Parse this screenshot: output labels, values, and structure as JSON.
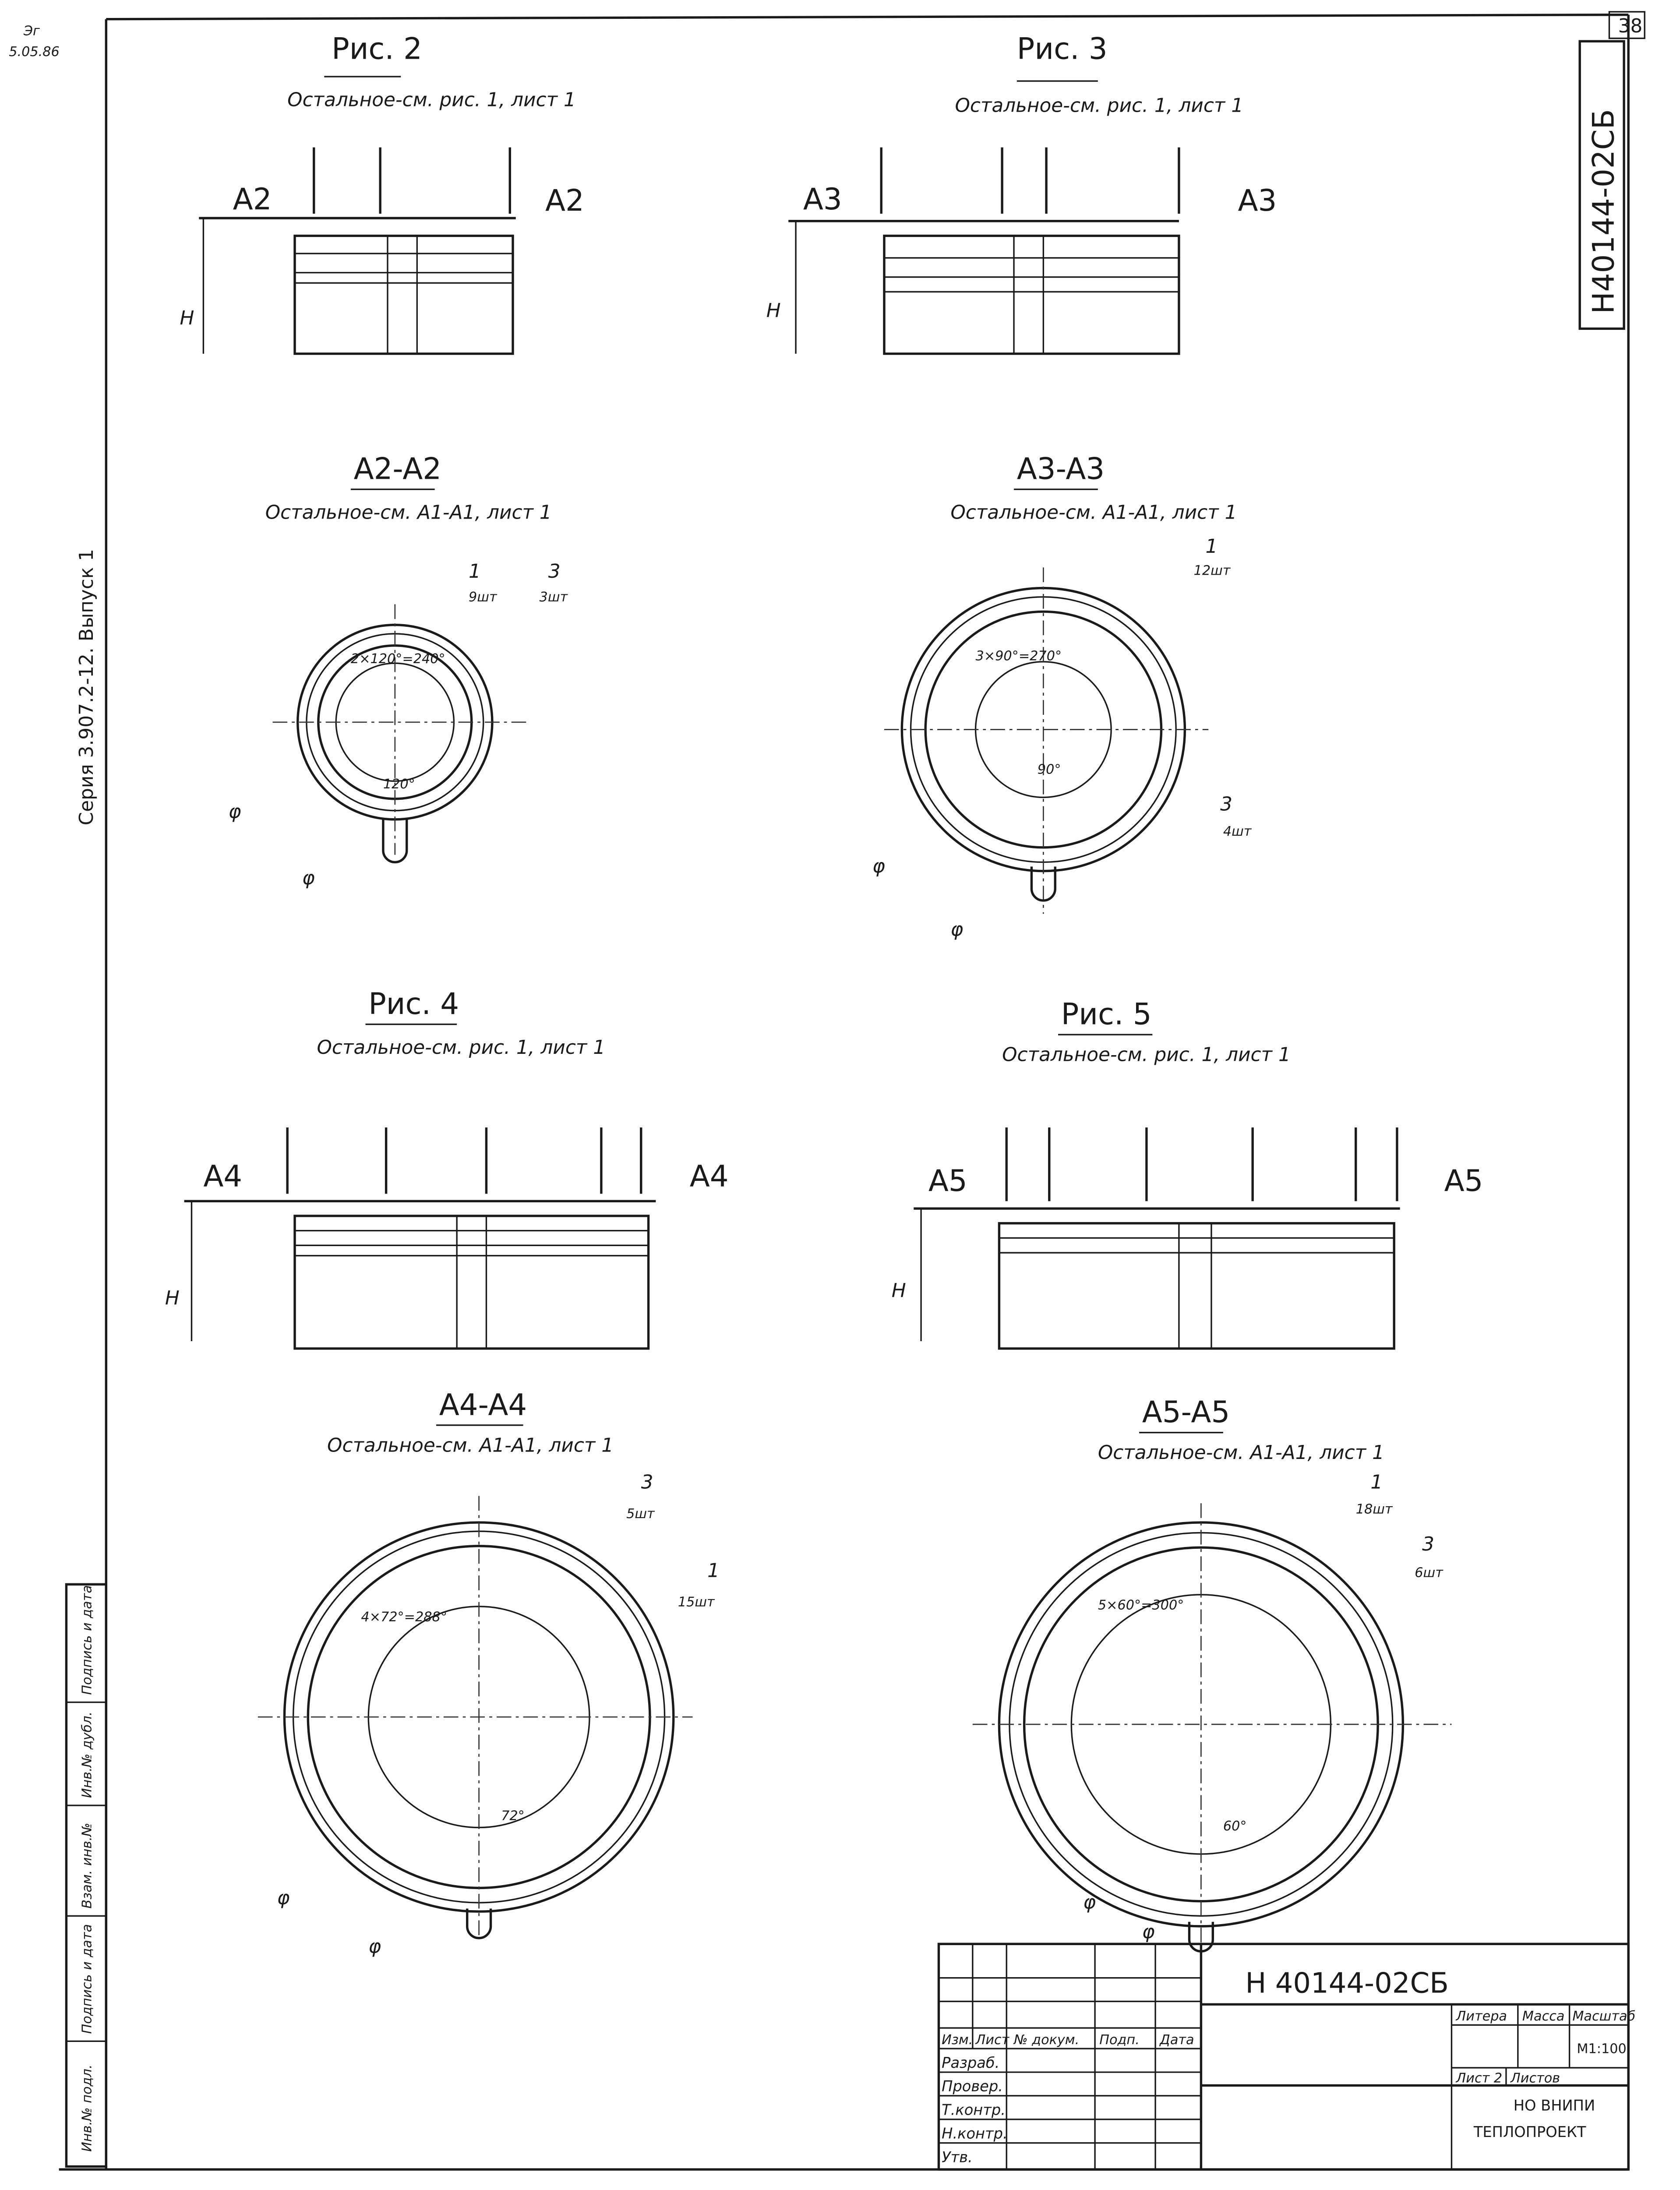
{
  "sheet_number": "38",
  "corner_note": [
    "Эг",
    "5.05.86"
  ],
  "side_stamp": "Н40144-02СБ",
  "series_label": "Серия 3.907.2-12. Выпуск 1",
  "figures": {
    "fig2": {
      "title": "Рис. 2",
      "note": "Остальное-см. рис. 1, лист 1",
      "section_left": "A2",
      "section_right": "A2",
      "height_label": "H"
    },
    "fig3": {
      "title": "Рис. 3",
      "note": "Остальное-см. рис. 1, лист 1",
      "section_left": "A3",
      "section_right": "A3",
      "height_label": "H"
    },
    "fig4": {
      "title": "Рис. 4",
      "note": "Остальное-см. рис. 1, лист 1",
      "section_left": "A4",
      "section_right": "A4",
      "height_label": "H"
    },
    "fig5": {
      "title": "Рис. 5",
      "note": "Остальное-см. рис. 1, лист 1",
      "section_left": "A5",
      "section_right": "A5",
      "height_label": "H"
    }
  },
  "sections": {
    "a2": {
      "title": "A2-A2",
      "note": "Остальное-см. A1-A1, лист 1",
      "pos1": "1",
      "qty1": "9шт",
      "pos3": "3",
      "qty3": "3шт",
      "angle_total": "2×120°=240°",
      "angle": "120°",
      "phi": "φ"
    },
    "a3": {
      "title": "A3-A3",
      "note": "Остальное-см. A1-A1, лист 1",
      "pos1": "1",
      "qty1": "12шт",
      "pos3": "3",
      "qty3": "4шт",
      "angle_total": "3×90°=270°",
      "angle": "90°",
      "phi": "φ"
    },
    "a4": {
      "title": "A4-A4",
      "note": "Остальное-см. A1-A1, лист 1",
      "pos1": "1",
      "qty1": "15шт",
      "pos3": "3",
      "qty3": "5шт",
      "angle_total": "4×72°=288°",
      "angle": "72°",
      "phi": "φ"
    },
    "a5": {
      "title": "A5-A5",
      "note": "Остальное-см. A1-A1, лист 1",
      "pos1": "1",
      "qty1": "18шт",
      "pos3": "3",
      "qty3": "6шт",
      "angle_total": "5×60°=300°",
      "angle": "60°",
      "phi": "φ"
    }
  },
  "left_stamp": [
    "Инв.№ подл.",
    "Подпись и дата",
    "Взам. инв.№",
    "Инв.№ дубл.",
    "Подпись и дата"
  ],
  "title_block": {
    "designation": "Н 40144-02СБ",
    "columns": [
      "Изм.",
      "Лист",
      "№ докум.",
      "Подп.",
      "Дата"
    ],
    "roles": [
      "Разраб.",
      "Провер.",
      "Т.контр.",
      "Н.контр.",
      "Утв."
    ],
    "litera": "Литера",
    "mass": "Масса",
    "scale_label": "Масштаб",
    "scale": "М1:100",
    "sheet": "Лист 2",
    "sheets": "Листов",
    "org_line1": "НО ВНИПИ",
    "org_line2": "ТЕПЛОПРОЕКТ"
  }
}
